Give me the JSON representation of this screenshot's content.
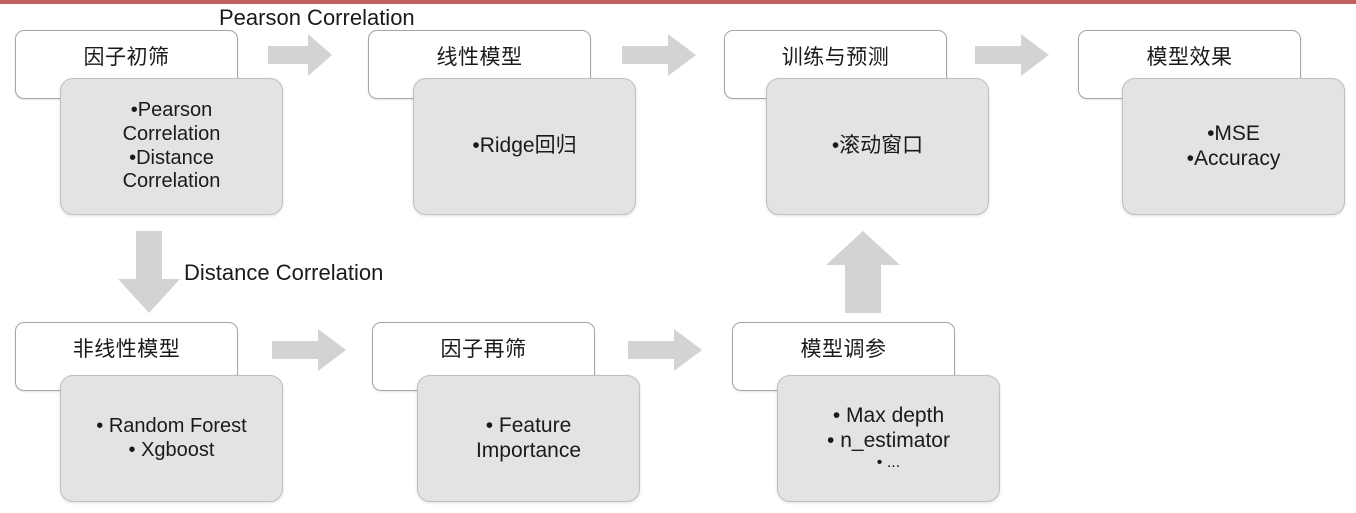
{
  "accent_color": "#c0605f",
  "card_body_color": "#e3e3e3",
  "arrow_color": "#d3d3d3",
  "edge_labels": {
    "pearson": "Pearson Correlation",
    "distance": "Distance Correlation"
  },
  "cards": [
    {
      "id": "factor-prescreen",
      "title": "因子初筛",
      "bullets": [
        "•Pearson",
        "Correlation",
        "•Distance",
        "Correlation"
      ]
    },
    {
      "id": "linear-model",
      "title": "线性模型",
      "bullets": [
        "•Ridge回归"
      ]
    },
    {
      "id": "train-predict",
      "title": "训练与预测",
      "bullets": [
        "•滚动窗口"
      ]
    },
    {
      "id": "model-performance",
      "title": "模型效果",
      "bullets": [
        "•MSE",
        "•Accuracy"
      ]
    },
    {
      "id": "nonlinear-model",
      "title": "非线性模型",
      "bullets": [
        "• Random Forest",
        "• Xgboost"
      ]
    },
    {
      "id": "factor-rescreen",
      "title": "因子再筛",
      "bullets": [
        "• Feature",
        "Importance"
      ]
    },
    {
      "id": "hyperparameter-tuning",
      "title": "模型调参",
      "bullets": [
        "• Max depth",
        "• n_estimator",
        "• ..."
      ]
    }
  ],
  "arrows": [
    {
      "id": "arrow-prescreen-to-linear",
      "direction": "right"
    },
    {
      "id": "arrow-linear-to-train",
      "direction": "right"
    },
    {
      "id": "arrow-train-to-performance",
      "direction": "right"
    },
    {
      "id": "arrow-prescreen-to-nonlinear",
      "direction": "down"
    },
    {
      "id": "arrow-nonlinear-to-rescreen",
      "direction": "right"
    },
    {
      "id": "arrow-rescreen-to-tuning",
      "direction": "right"
    },
    {
      "id": "arrow-tuning-to-train",
      "direction": "up"
    }
  ]
}
